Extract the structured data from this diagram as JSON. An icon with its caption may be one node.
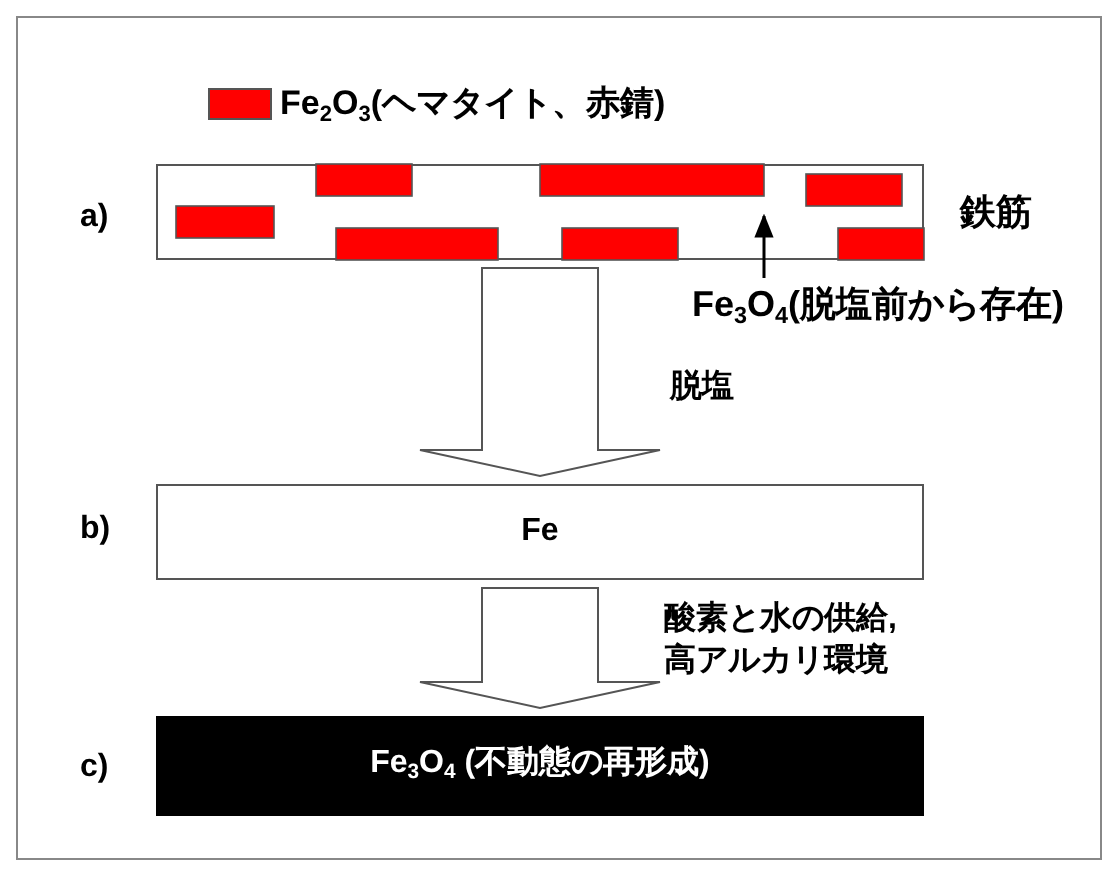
{
  "diagram": {
    "nodes": [
      {
        "text": [],
        "shape": "bar",
        "beside": [
          "鉄筋"
        ]
      },
      {
        "text": [
          "Fe$_{3}$O$_{4}$(脱塩前から存在)"
        ]
      },
      {
        "text": [
          "Fe"
        ]
      },
      {
        "text": [
          "Fe$_{3}$O$_{4}$ (不動態の再形成)"
        ]
      }
    ],
    "edges": [
      {
        "from": 0,
        "to": 2,
        "arrow": "to",
        "label": "脱塩"
      },
      {
        "from": 2,
        "to": 3,
        "arrow": "to",
        "label": "酸素と水の供給,高アルカリ環境"
      },
      {
        "from": 1,
        "to": 0,
        "arrow": "to"
      }
    ],
    "labels": [
      "a)",
      "b)",
      "c)"
    ],
    "legend": [
      {
        "text": "Fe$_{2}$O$_{3}$(ヘマタイト、赤錆)",
        "color": "#ff0000"
      }
    ]
  }
}
